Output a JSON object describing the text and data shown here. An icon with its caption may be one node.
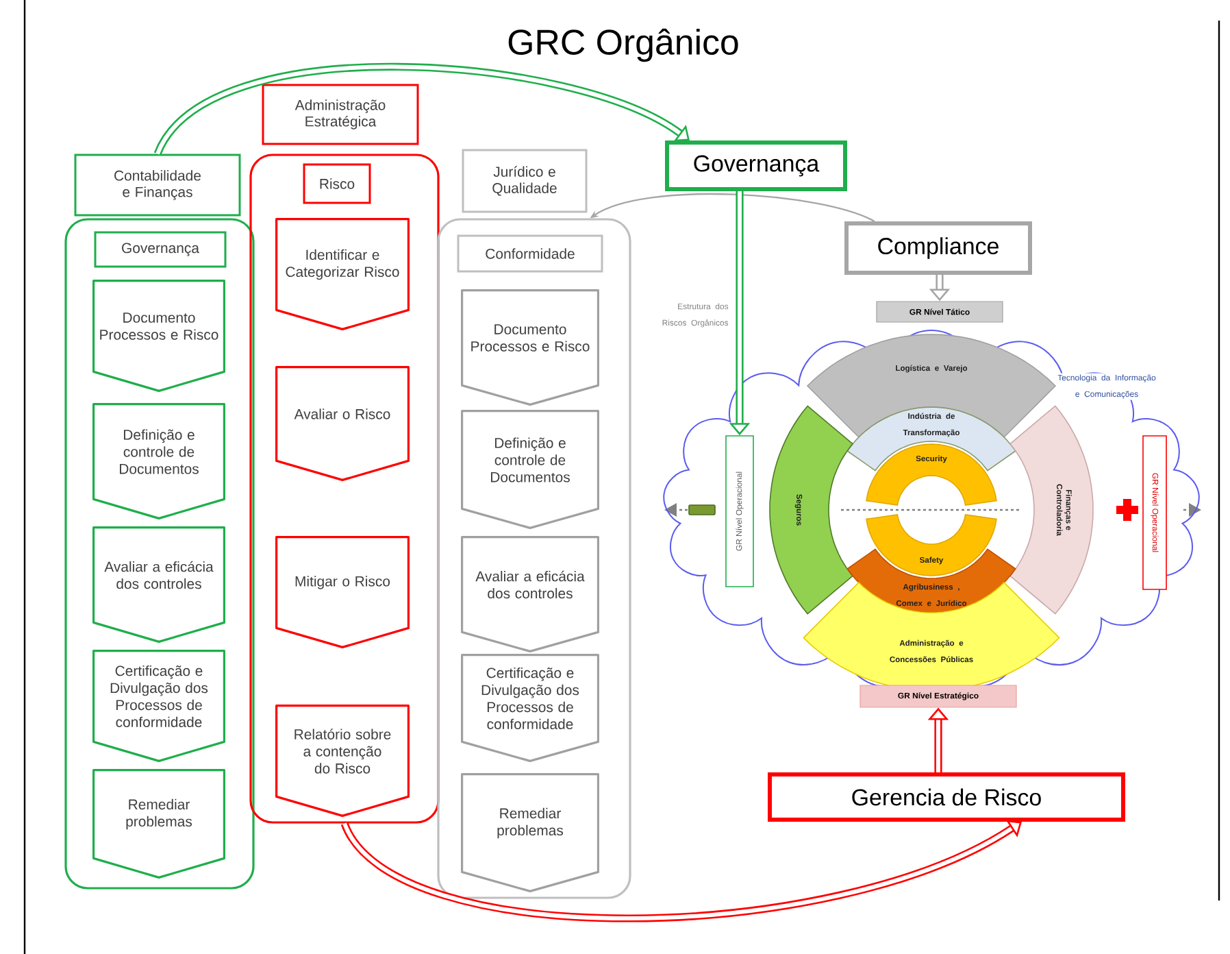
{
  "diagram": {
    "title": "GRC Orgânico",
    "nodes": [
      {
        "text": [
          "Contabilidade e Finanças"
        ]
      },
      {
        "text": [],
        "shape": "box"
      },
      {
        "text": [
          "Governança"
        ],
        "in": 1
      },
      {
        "text": [
          "Documento Processos e Risco"
        ],
        "in": 1
      },
      {
        "text": [
          "Definição e controle de Documentos"
        ],
        "in": 1
      },
      {
        "text": [
          "Avaliar a eficácia dos controles"
        ],
        "in": 1
      },
      {
        "text": [
          "Certificação e Divulgação dos Processos de conformidade"
        ],
        "in": 1
      },
      {
        "text": [
          "Remediar problemas"
        ],
        "in": 1
      },
      {
        "text": [
          "Administração Estratégica"
        ]
      },
      {
        "text": [],
        "shape": "box"
      },
      {
        "text": [
          "Risco"
        ],
        "in": 9
      },
      {
        "text": [
          "Identificar e Categorizar Risco"
        ],
        "in": 9
      },
      {
        "text": [
          "Avaliar o Risco"
        ],
        "in": 9
      },
      {
        "text": [
          "Mitigar o Risco"
        ],
        "in": 9
      },
      {
        "text": [
          "Relatório sobre a contenção do Risco"
        ],
        "in": 9
      },
      {
        "text": [
          "Jurídico e Qualidade"
        ]
      },
      {
        "text": [],
        "shape": "box"
      },
      {
        "text": [
          "Conformidade"
        ],
        "in": 16
      },
      {
        "text": [
          "Documento Processos e Risco"
        ],
        "in": 16
      },
      {
        "text": [
          "Definição e controle de Documentos"
        ],
        "in": 16
      },
      {
        "text": [
          "Avaliar a eficácia dos controles"
        ],
        "in": 16
      },
      {
        "text": [
          "Certificação e Divulgação dos Processos de conformidade"
        ],
        "in": 16
      },
      {
        "text": [
          "Remediar problemas"
        ],
        "in": 16
      },
      {
        "text": [
          "Governança"
        ]
      },
      {
        "text": [
          "Compliance"
        ]
      },
      {
        "text": [
          "GR Nível Tático"
        ]
      },
      {
        "text": [
          "Tecnologia da Informação e Comunicações"
        ]
      },
      {
        "text": [
          "GR Nível Operacional"
        ],
        "in": 26
      },
      {
        "text": [
          "Logística e Varejo"
        ],
        "in": 26
      },
      {
        "text": [
          "Indústria de Transformação"
        ],
        "in": 26
      },
      {
        "text": [
          "Seguros"
        ],
        "in": 26
      },
      {
        "text": [
          "Security"
        ],
        "in": 26
      },
      {
        "text": [
          "Safety"
        ],
        "in": 26
      },
      {
        "text": [
          "Finanças e Controladoria"
        ],
        "in": 26
      },
      {
        "text": [
          "Agribusiness , Comex e Jurídico"
        ],
        "in": 26
      },
      {
        "text": [
          "Administração e Concessões Públicas"
        ],
        "in": 26
      },
      {
        "text": [
          "GR Nível Operacional"
        ],
        "in": 26
      },
      {
        "text": [
          "GR Nível Estratégico"
        ]
      },
      {
        "text": [
          "Gerencia de Risco"
        ]
      }
    ],
    "edges": [
      {
        "from": 0,
        "to": 23,
        "arrow": "to",
        "color": "#1fae4b"
      },
      {
        "from": 24,
        "to": 16,
        "arrow": "to",
        "color": "#a6a6a6"
      },
      {
        "from": 9,
        "to": 38,
        "arrow": "to",
        "color": "#ff0000"
      },
      {
        "from": 23,
        "to": 27,
        "arrow": "to",
        "color": "#1fae4b"
      },
      {
        "from": 24,
        "to": 25,
        "arrow": "to",
        "color": "#a6a6a6"
      },
      {
        "from": 38,
        "to": 37,
        "arrow": "to",
        "color": "#ff0000"
      }
    ],
    "labels": [
      "Estrutura dos Riscos Orgânicos"
    ]
  }
}
